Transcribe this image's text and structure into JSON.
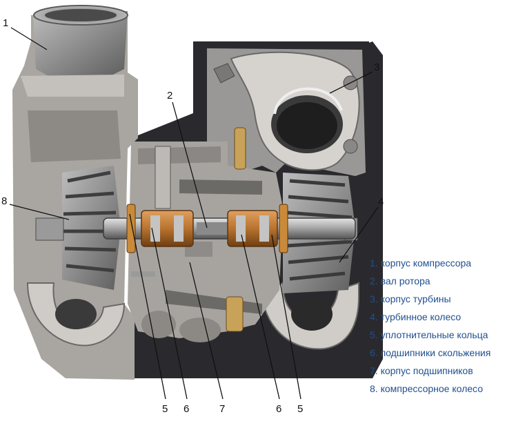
{
  "callouts": {
    "c1": "1",
    "c2": "2",
    "c3": "3",
    "c4": "4",
    "c8": "8",
    "b5a": "5",
    "b6a": "6",
    "b7": "7",
    "b6b": "6",
    "b5b": "5"
  },
  "legend": [
    "1. корпус компрессора",
    "2. вал ротора",
    "3. корпус турбины",
    "4. турбинное колесо",
    "5. уплотнительные кольца",
    "6. подшипники скольжения",
    "7. корпус подшипников",
    "8. компрессорное колесо"
  ],
  "colors": {
    "metal": "#8e8e8e",
    "metal_light": "#c4c4c4",
    "metal_dark": "#4a4a4a",
    "cut_face": "#d6d3cf",
    "stand": "#2a2a2e",
    "bronze": "#b8732e",
    "legend_text": "#1f4f8f"
  }
}
